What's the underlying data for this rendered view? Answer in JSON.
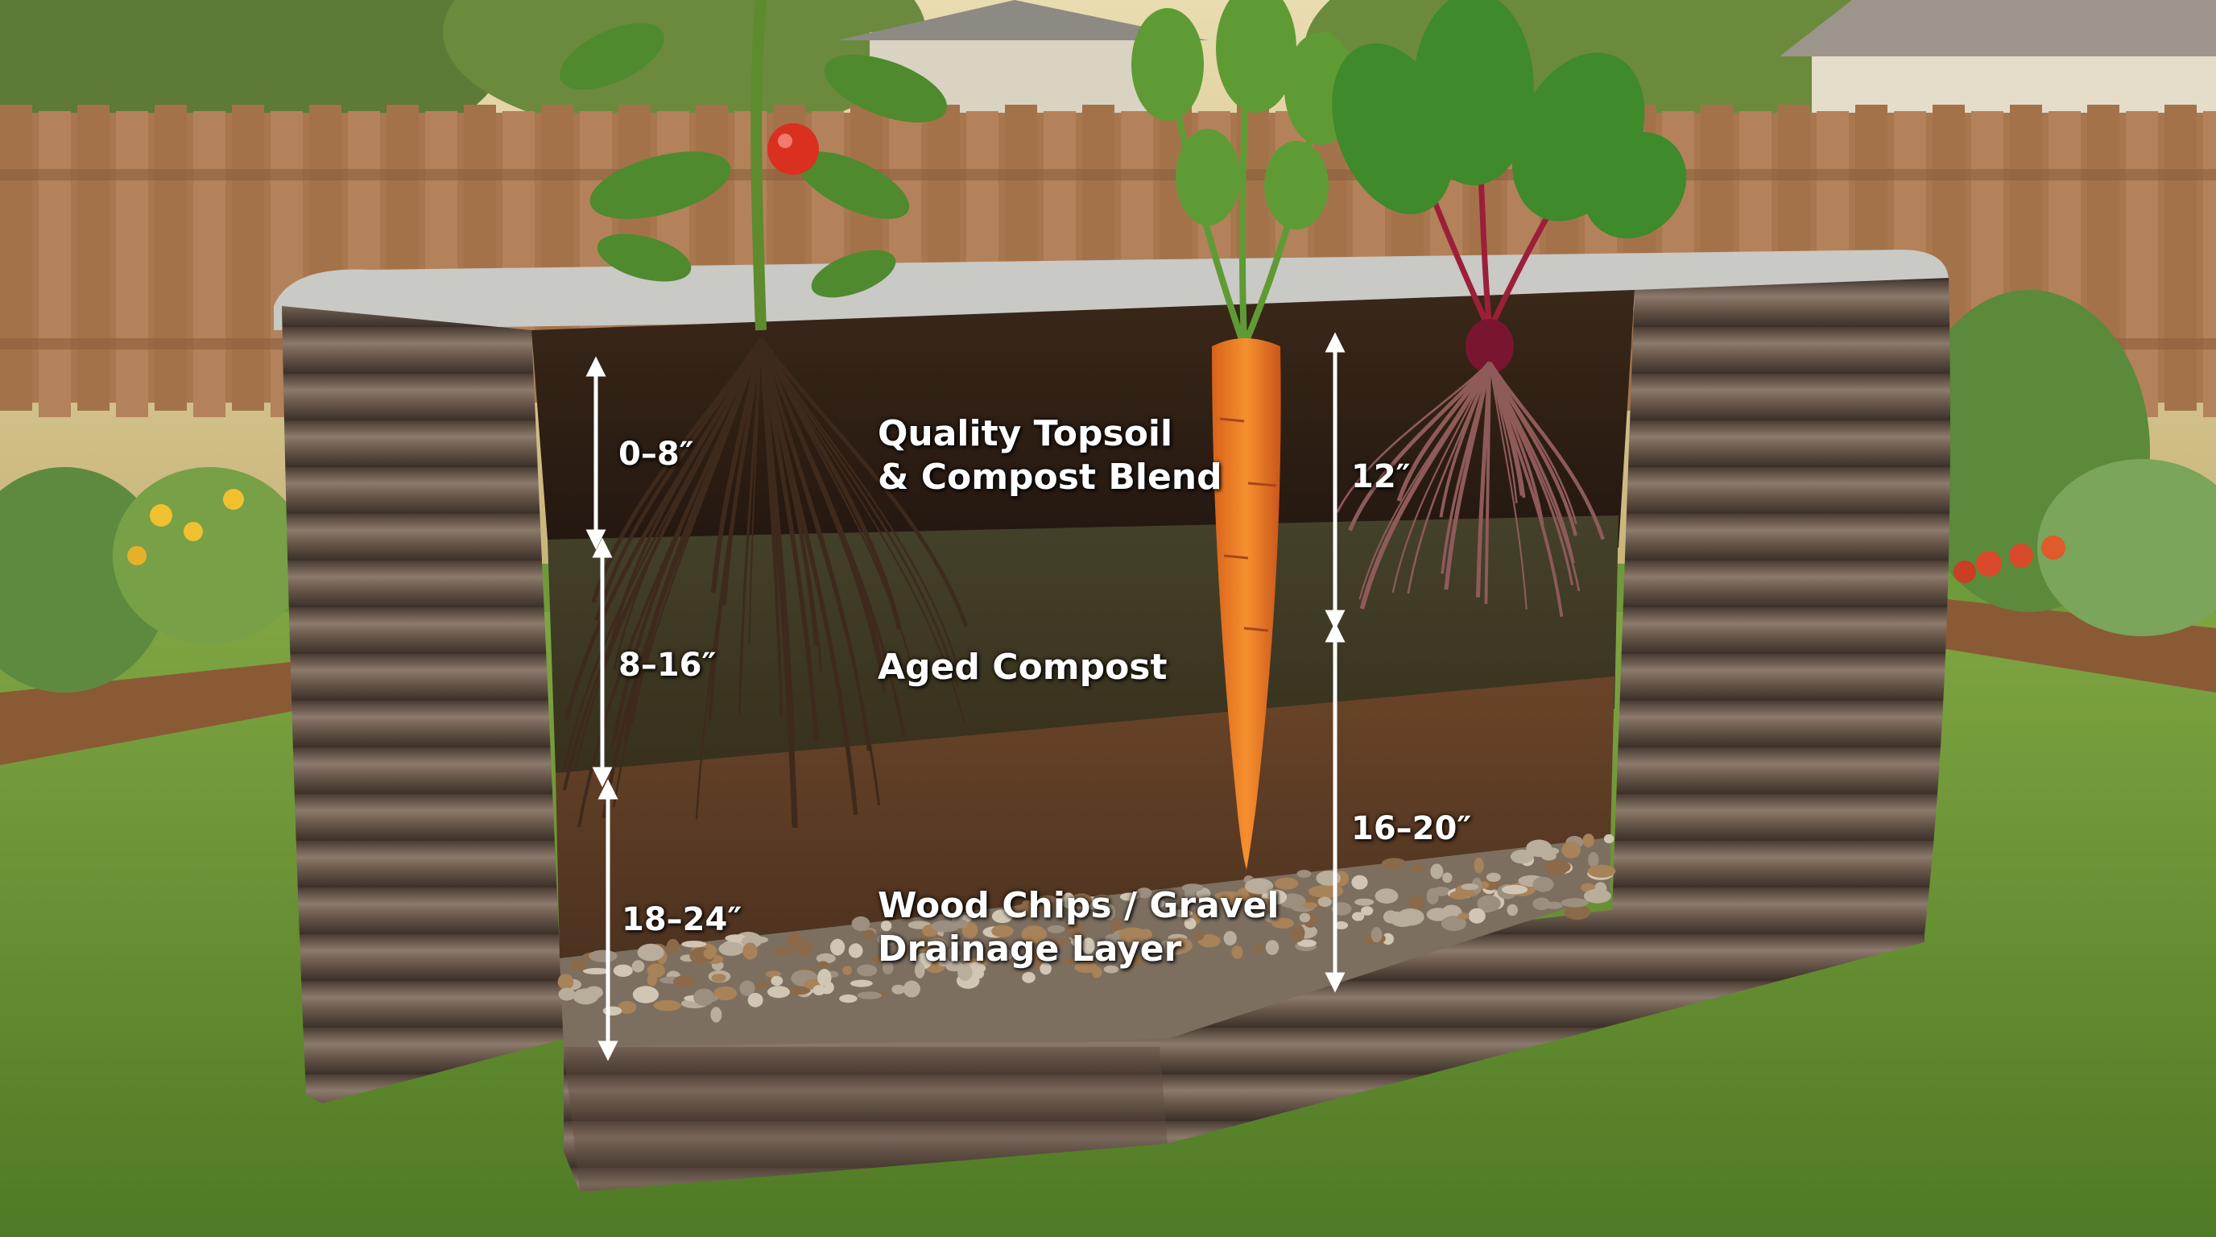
{
  "layers": [
    {
      "name_line1": "Quality Topsoil",
      "name_line2": "& Compost Blend",
      "depth": "0–8″"
    },
    {
      "name_line1": "Aged Compost",
      "name_line2": "",
      "depth": "8–16″"
    },
    {
      "name_line1": "Wood Chips / Gravel",
      "name_line2": "Drainage Layer",
      "depth": "18–24″"
    }
  ],
  "root_depths": {
    "beet": "12″",
    "carrot": "16–20″"
  },
  "plants": [
    "tomato",
    "carrot",
    "beet"
  ],
  "colors": {
    "bed_metal": "#6b5a4d",
    "topsoil": "#2e1f16",
    "compost": "#3f3a22",
    "woodchips": "#5a3a22",
    "gravel": "#8a7d6e",
    "grass": "#6f9a3a",
    "fence": "#a8774e",
    "label_text": "#ffffff"
  }
}
